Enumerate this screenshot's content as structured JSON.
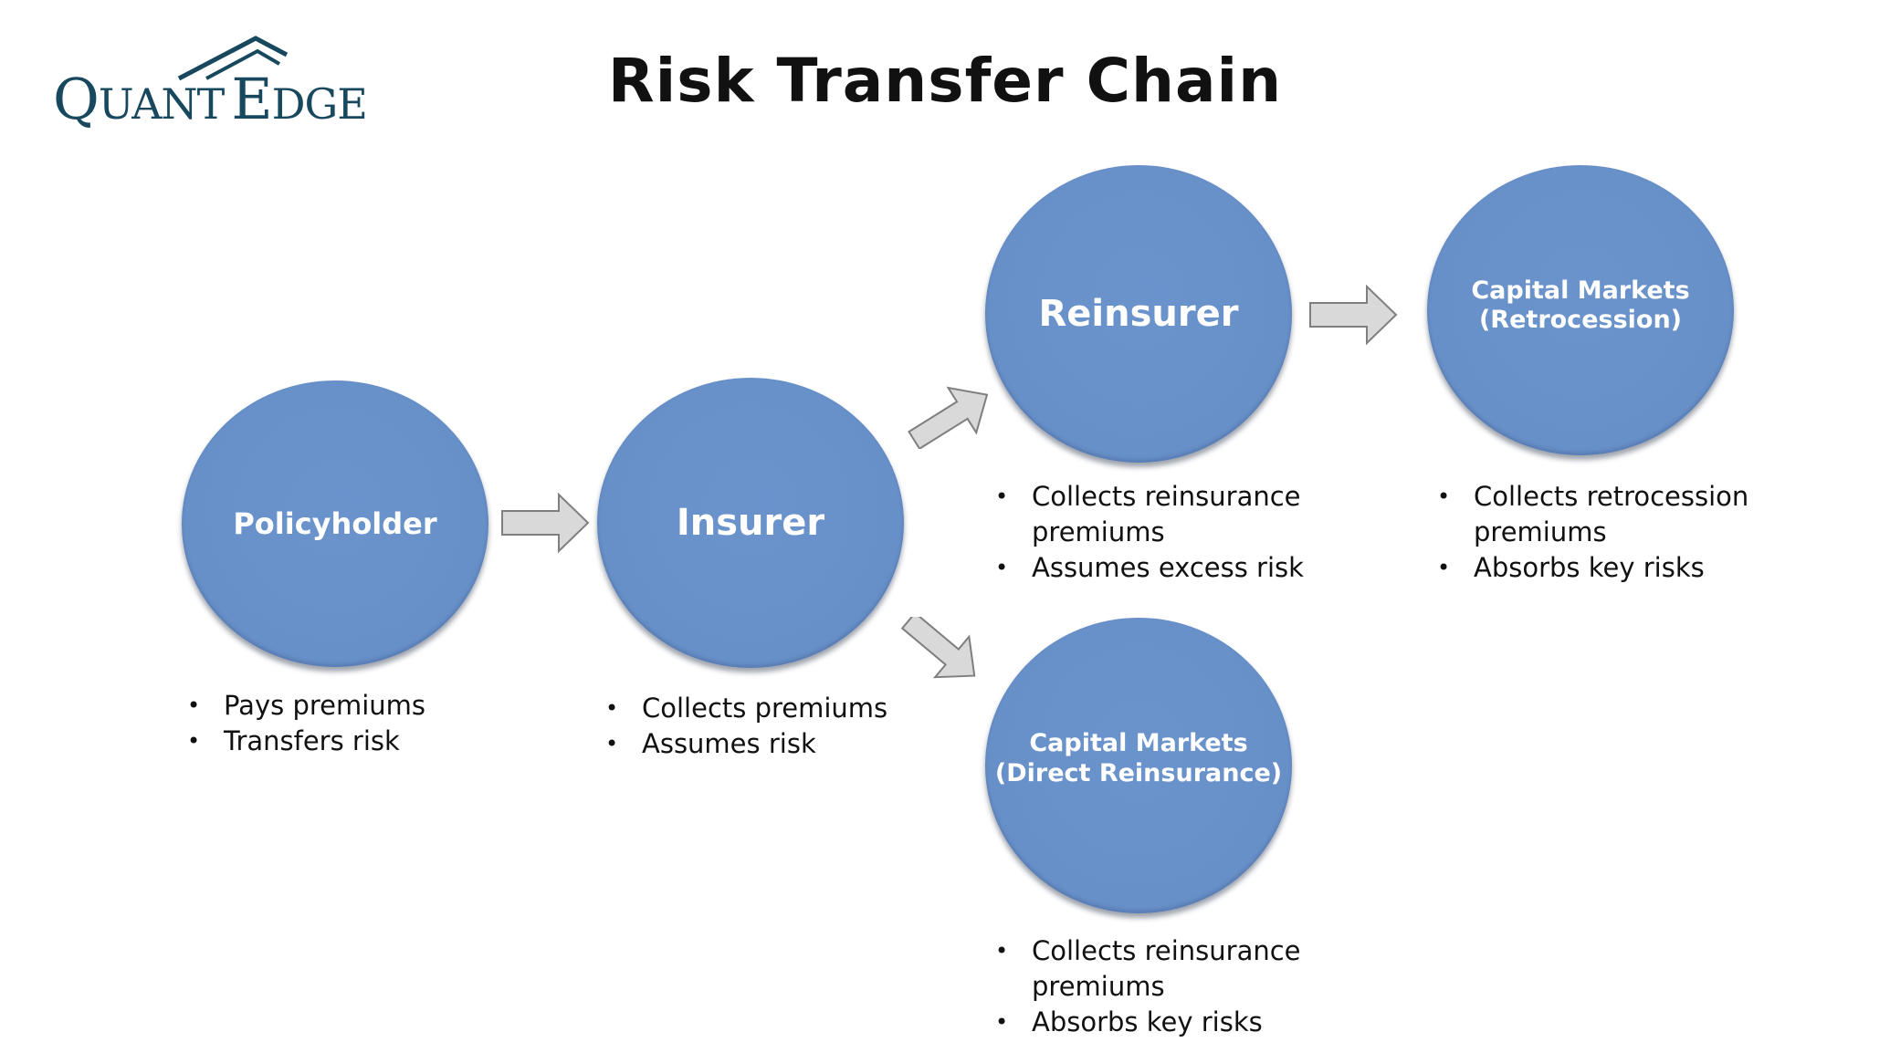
{
  "logo": {
    "text_quant": "QUANT",
    "text_edge": "EDGE",
    "color": "#17485e"
  },
  "title": "Risk Transfer Chain",
  "colors": {
    "node_fill": "#6890c8",
    "arrow_fill": "#d9d9d9",
    "arrow_stroke": "#7f7f7f"
  },
  "nodes": {
    "policyholder": {
      "label": "Policyholder",
      "bullets": [
        "Pays premiums",
        "Transfers risk"
      ]
    },
    "insurer": {
      "label": "Insurer",
      "bullets": [
        "Collects premiums",
        "Assumes risk"
      ]
    },
    "reinsurer": {
      "label": "Reinsurer",
      "bullets": [
        "Collects reinsurance premiums",
        "Assumes excess risk"
      ]
    },
    "retrocession": {
      "label": "Capital Markets\n(Retrocession)",
      "bullets": [
        "Collects retrocession premiums",
        "Absorbs key risks"
      ]
    },
    "direct_reinsurance": {
      "label": "Capital Markets\n(Direct Reinsurance)",
      "bullets": [
        "Collects reinsurance premiums",
        "Absorbs key risks"
      ]
    }
  }
}
